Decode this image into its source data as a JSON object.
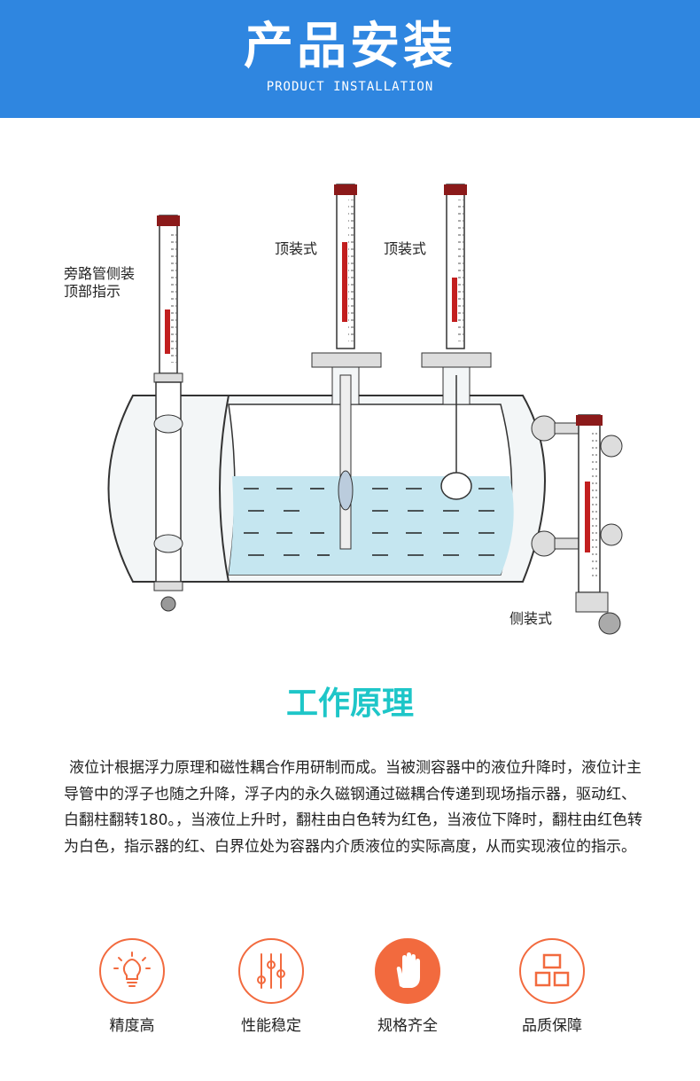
{
  "header": {
    "title": "产品安装",
    "subtitle": "PRODUCT INSTALLATION"
  },
  "diagram": {
    "labels": {
      "bypass_line1": "旁路管侧装",
      "bypass_line2": "顶部指示",
      "top1": "顶装式",
      "top2": "顶装式",
      "side": "侧装式"
    }
  },
  "principle": {
    "title": "工作原理",
    "text": "液位计根据浮力原理和磁性耦合作用研制而成。当被测容器中的液位升降时，液位计主导管中的浮子也随之升降，浮子内的永久磁钢通过磁耦合传递到现场指示器，驱动红、白翻柱翻转180。，当液位上升时，翻柱由白色转为红色，当液位下降时，翻柱由红色转为白色，指示器的红、白界位处为容器内介质液位的实际高度，从而实现液位的指示。"
  },
  "features": [
    {
      "label": "精度高",
      "icon": "bulb-icon"
    },
    {
      "label": "性能稳定",
      "icon": "sliders-icon"
    },
    {
      "label": "规格齐全",
      "icon": "hand-icon"
    },
    {
      "label": "品质保障",
      "icon": "quality-icon"
    }
  ],
  "colors": {
    "banner": "#2f86e0",
    "accent": "#f26a3e",
    "title": "#1ec6c8",
    "liquid": "#c5e6f0"
  }
}
